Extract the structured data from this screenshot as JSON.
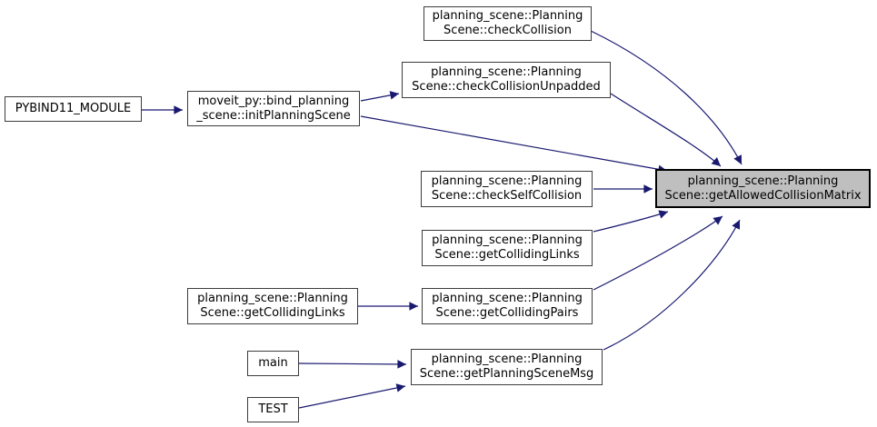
{
  "diagram": {
    "kind": "call-graph",
    "colors": {
      "background": "#ffffff",
      "edge": "#191970",
      "node_fill": "#ffffff",
      "node_border": "#3c3c3c",
      "highlight_fill": "#bfbfbf",
      "highlight_border": "#000000",
      "text": "#000000"
    },
    "nodes": [
      {
        "id": "pybind11_module",
        "line1": "PYBIND11_MODULE",
        "line2": "",
        "highlighted": false
      },
      {
        "id": "init_planning_scene",
        "line1": "moveit_py::bind_planning",
        "line2": "_scene::initPlanningScene",
        "highlighted": false
      },
      {
        "id": "check_collision",
        "line1": "planning_scene::Planning",
        "line2": "Scene::checkCollision",
        "highlighted": false
      },
      {
        "id": "check_collision_unpadded",
        "line1": "planning_scene::Planning",
        "line2": "Scene::checkCollisionUnpadded",
        "highlighted": false
      },
      {
        "id": "get_allowed_collision_matrix",
        "line1": "planning_scene::Planning",
        "line2": "Scene::getAllowedCollisionMatrix",
        "highlighted": true
      },
      {
        "id": "check_self_collision",
        "line1": "planning_scene::Planning",
        "line2": "Scene::checkSelfCollision",
        "highlighted": false
      },
      {
        "id": "get_colliding_links_mid",
        "line1": "planning_scene::Planning",
        "line2": "Scene::getCollidingLinks",
        "highlighted": false
      },
      {
        "id": "get_colliding_pairs",
        "line1": "planning_scene::Planning",
        "line2": "Scene::getCollidingPairs",
        "highlighted": false
      },
      {
        "id": "get_colliding_links_caller",
        "line1": "planning_scene::Planning",
        "line2": "Scene::getCollidingLinks",
        "highlighted": false
      },
      {
        "id": "get_planning_scene_msg",
        "line1": "planning_scene::Planning",
        "line2": "Scene::getPlanningSceneMsg",
        "highlighted": false
      },
      {
        "id": "main",
        "line1": "main",
        "line2": "",
        "highlighted": false
      },
      {
        "id": "test",
        "line1": "TEST",
        "line2": "",
        "highlighted": false
      }
    ],
    "edges": [
      {
        "from": "pybind11_module",
        "to": "init_planning_scene"
      },
      {
        "from": "init_planning_scene",
        "to": "check_collision_unpadded"
      },
      {
        "from": "init_planning_scene",
        "to": "get_allowed_collision_matrix"
      },
      {
        "from": "check_collision",
        "to": "get_allowed_collision_matrix"
      },
      {
        "from": "check_collision_unpadded",
        "to": "get_allowed_collision_matrix"
      },
      {
        "from": "check_self_collision",
        "to": "get_allowed_collision_matrix"
      },
      {
        "from": "get_colliding_links_mid",
        "to": "get_allowed_collision_matrix"
      },
      {
        "from": "get_colliding_pairs",
        "to": "get_allowed_collision_matrix"
      },
      {
        "from": "get_planning_scene_msg",
        "to": "get_allowed_collision_matrix"
      },
      {
        "from": "get_colliding_links_caller",
        "to": "get_colliding_pairs"
      },
      {
        "from": "main",
        "to": "get_planning_scene_msg"
      },
      {
        "from": "test",
        "to": "get_planning_scene_msg"
      }
    ]
  }
}
